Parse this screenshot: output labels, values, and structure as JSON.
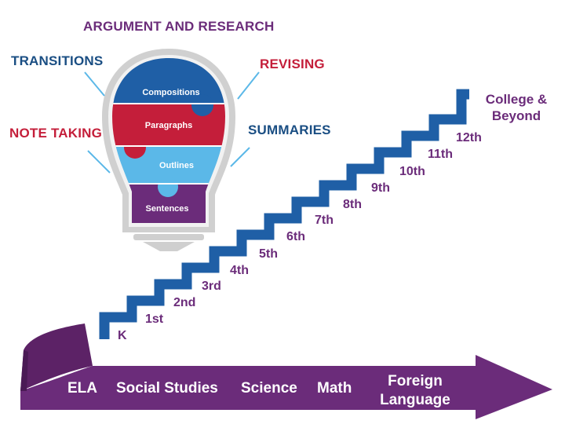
{
  "lightbulb": {
    "pieces": {
      "compositions": "Compositions",
      "paragraphs": "Paragraphs",
      "outlines": "Outlines",
      "sentences": "Sentences"
    },
    "skills": {
      "argument": "ARGUMENT AND RESEARCH",
      "transitions": "TRANSITIONS",
      "revising": "REVISING",
      "note_taking": "NOTE TAKING",
      "summaries": "SUMMARIES"
    }
  },
  "staircase": {
    "grades": [
      "K",
      "1st",
      "2nd",
      "3rd",
      "4th",
      "5th",
      "6th",
      "7th",
      "8th",
      "9th",
      "10th",
      "11th",
      "12th"
    ],
    "top": "College & Beyond"
  },
  "subjects": [
    "ELA",
    "Social Studies",
    "Science",
    "Math",
    "Foreign Language"
  ],
  "colors": {
    "purple": "#6b2c7a",
    "navy": "#1a4e83",
    "red": "#c41e3a",
    "light_blue": "#5bb8e8",
    "stair_blue": "#1f5fa6",
    "bulb_gray": "#c9c9c9"
  }
}
